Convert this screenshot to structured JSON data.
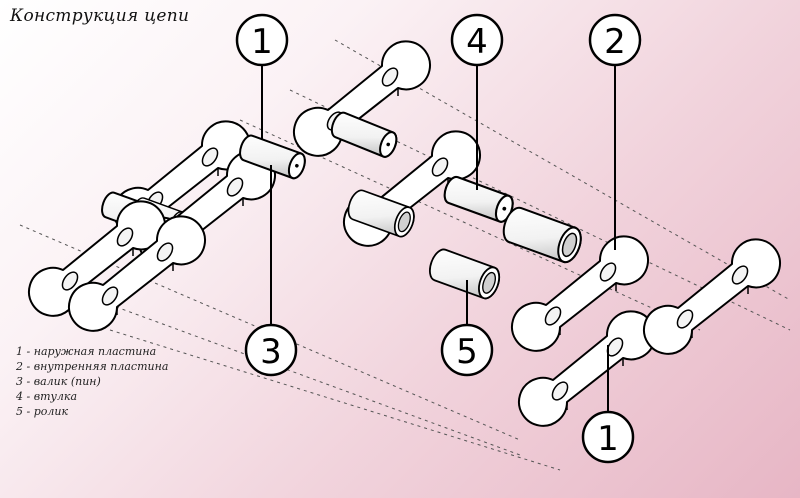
{
  "title": "Конструкция цепи",
  "legend": [
    "1 - наружная пластина",
    "2 - внутренняя пластина",
    "3 - валик (пин)",
    "4 - втулка",
    "5 - ролик"
  ],
  "callouts": {
    "outer_plate_top": "1",
    "inner_plate": "2",
    "pin": "3",
    "bushing": "4",
    "roller": "5",
    "outer_plate_bottom": "1"
  },
  "colors": {
    "background_start": "#ffffff",
    "background_end": "#e7b6c5",
    "part_fill": "#ffffff",
    "outline": "#000000"
  }
}
